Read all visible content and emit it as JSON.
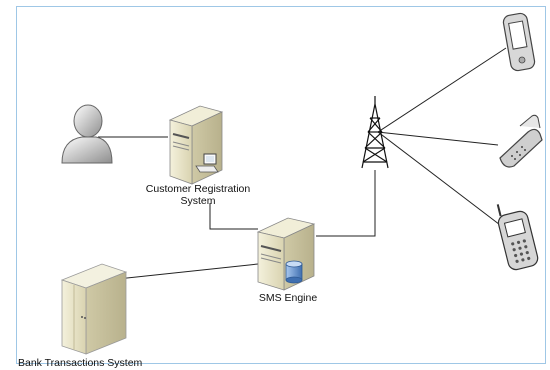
{
  "nodes": {
    "customer_registration": "Customer Registration System",
    "customer_registration_line1": "Customer Registration",
    "customer_registration_line2": "System",
    "sms_engine": "SMS Engine",
    "bank_transactions": "Bank Transactions System"
  },
  "icons": {
    "user": "user-icon",
    "registration_server": "server-with-keyboard-icon",
    "sms_server": "server-with-database-icon",
    "bank_server": "mainframe-icon",
    "tower": "radio-tower-icon",
    "pda": "pda-phone-icon",
    "flip_phone": "flip-phone-icon",
    "mobile_phone": "mobile-phone-icon"
  },
  "colors": {
    "frame_border": "#9fc7e6",
    "line": "#222222",
    "server_body": "#e9e5c8",
    "server_shade": "#c9c3a0",
    "db_blue": "#5f8fc9"
  }
}
